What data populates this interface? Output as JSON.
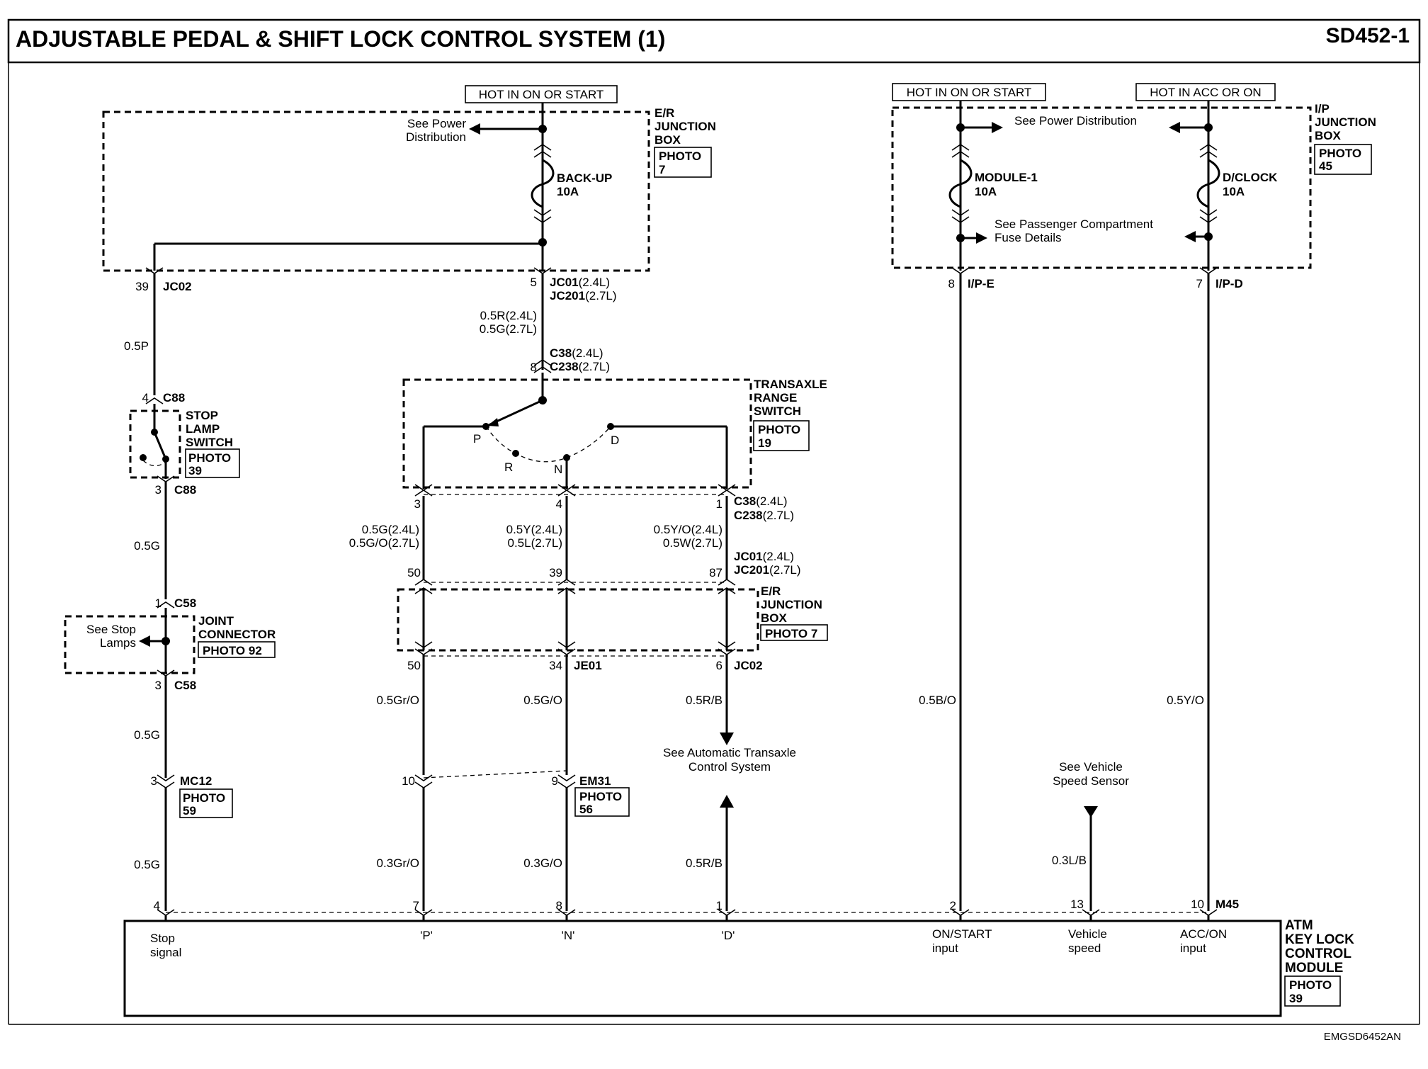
{
  "header": {
    "title": "ADJUSTABLE PEDAL & SHIFT LOCK CONTROL SYSTEM (1)",
    "code": "SD452-1"
  },
  "footer": {
    "doc_id": "EMGSD6452AN"
  },
  "power": {
    "hot_on_start_1": "HOT IN ON OR START",
    "hot_on_start_2": "HOT IN ON OR START",
    "hot_acc_on": "HOT IN ACC OR ON"
  },
  "er_jb_top": {
    "name": [
      "E/R",
      "JUNCTION",
      "BOX"
    ],
    "photo": [
      "PHOTO",
      "7"
    ],
    "see_power": [
      "See Power",
      "Distribution"
    ],
    "fuse_name": "BACK-UP",
    "fuse_rating": "10A"
  },
  "ip_jb": {
    "name": [
      "I/P",
      "JUNCTION",
      "BOX"
    ],
    "photo": [
      "PHOTO",
      "45"
    ],
    "see_power": "See Power Distribution",
    "fuse1_name": "MODULE-1",
    "fuse1_rating": "10A",
    "fuse2_name": "D/CLOCK",
    "fuse2_rating": "10A",
    "see_passenger": [
      "See Passenger Compartment",
      "Fuse Details"
    ]
  },
  "connectors": {
    "jc02_top_pin": "39",
    "jc02_top": "JC02",
    "jc01_pin": "5",
    "jc01_a": "JC01",
    "jc01_a_var": "(2.4L)",
    "jc01_b": "JC201",
    "jc01_b_var": "(2.7L)",
    "c38_pin": "8",
    "c38_a": "C38",
    "c38_a_var": "(2.4L)",
    "c38_b": "C238",
    "c38_b_var": "(2.7L)",
    "ipe_pin": "8",
    "ipe": "I/P-E",
    "ipd_pin": "7",
    "ipd": "I/P-D",
    "c88_top_pin": "4",
    "c88_top": "C88",
    "c88_bot_pin": "3",
    "c88_bot": "C88",
    "c58_top_pin": "1",
    "c58_top": "C58",
    "c58_bot_pin": "3",
    "c58_bot": "C58",
    "mc12_pin": "3",
    "mc12": "MC12",
    "c38b_pins": [
      "3",
      "4",
      "1"
    ],
    "c38b_a": "C38",
    "c38b_a_var": "(2.4L)",
    "c38b_b": "C238",
    "c38b_b_var": "(2.7L)",
    "jc01b_pins": [
      "50",
      "39",
      "87"
    ],
    "jc01b_a": "JC01",
    "jc01b_a_var": "(2.4L)",
    "jc01b_b": "JC201",
    "jc01b_b_var": "(2.7L)",
    "je01_pins": [
      "50",
      "34",
      "6"
    ],
    "je01": "JE01",
    "jc02_bot": "JC02",
    "em31_pins": [
      "10",
      "9"
    ],
    "em31": "EM31",
    "m45_pins": [
      "4",
      "7",
      "8",
      "1",
      "2",
      "13",
      "10"
    ],
    "m45": "M45"
  },
  "wires": {
    "w_05p": "0.5P",
    "w_05g_1": "0.5G",
    "w_05g_2": "0.5G",
    "w_05g_3": "0.5G",
    "w_main_a": "0.5R(2.4L)",
    "w_main_b": "0.5G(2.7L)",
    "w_p_a": "0.5G(2.4L)",
    "w_p_b": "0.5G/O(2.7L)",
    "w_n_a": "0.5Y(2.4L)",
    "w_n_b": "0.5L(2.7L)",
    "w_d_a": "0.5Y/O(2.4L)",
    "w_d_b": "0.5W(2.7L)",
    "w_grO": "0.5Gr/O",
    "w_gO": "0.5G/O",
    "w_rb": "0.5R/B",
    "w_3grO": "0.3Gr/O",
    "w_3gO": "0.3G/O",
    "w_rb2": "0.5R/B",
    "w_bo": "0.5B/O",
    "w_lb": "0.3L/B",
    "w_yo": "0.5Y/O"
  },
  "stop_lamp_switch": {
    "name": [
      "STOP",
      "LAMP",
      "SWITCH"
    ],
    "photo": [
      "PHOTO",
      "39"
    ]
  },
  "joint_connector": {
    "name": [
      "JOINT",
      "CONNECTOR"
    ],
    "photo": "PHOTO 92",
    "see_stop": [
      "See Stop",
      "Lamps"
    ]
  },
  "transaxle": {
    "name": [
      "TRANSAXLE",
      "RANGE",
      "SWITCH"
    ],
    "photo": [
      "PHOTO",
      "19"
    ],
    "positions": [
      "P",
      "R",
      "N",
      "D"
    ]
  },
  "er_jb_mid": {
    "name": [
      "E/R",
      "JUNCTION",
      "BOX"
    ],
    "photo": "PHOTO 7"
  },
  "em31_photo": [
    "PHOTO",
    "56"
  ],
  "mc12_photo": [
    "PHOTO",
    "59"
  ],
  "refs": {
    "see_atm": [
      "See Automatic Transaxle",
      "Control System"
    ],
    "see_vss": [
      "See Vehicle",
      "Speed Sensor"
    ]
  },
  "module": {
    "name": [
      "ATM",
      "KEY LOCK",
      "CONTROL",
      "MODULE"
    ],
    "photo": [
      "PHOTO",
      "39"
    ],
    "inputs": [
      [
        "Stop",
        "signal"
      ],
      [
        "'P'"
      ],
      [
        "'N'"
      ],
      [
        "'D'"
      ],
      [
        "ON/START",
        "input"
      ],
      [
        "Vehicle",
        "speed"
      ],
      [
        "ACC/ON",
        "input"
      ]
    ]
  }
}
